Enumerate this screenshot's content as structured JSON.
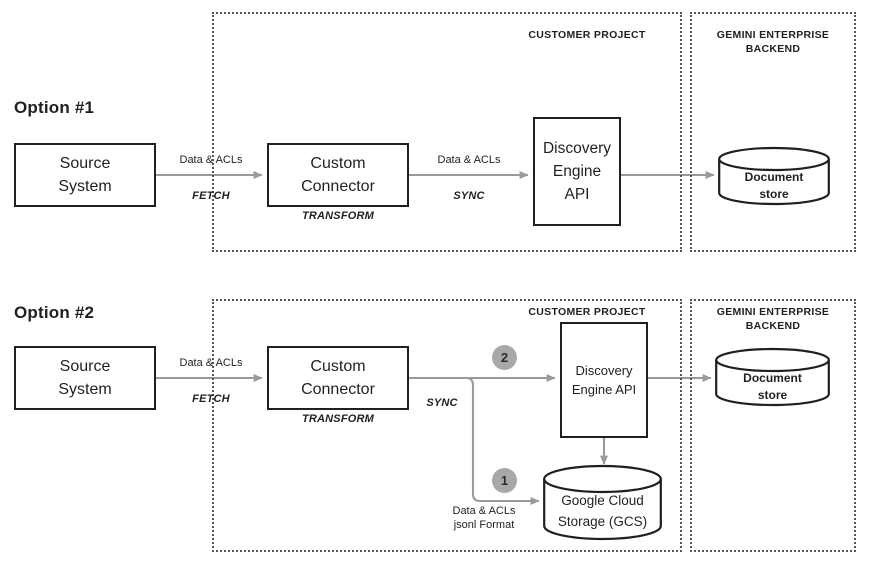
{
  "diagram": {
    "title_hidden": "",
    "arrow_color": "#9a9a9a",
    "node_border_color": "#231f20",
    "group_border_color": "#555555",
    "badge_color": "#a8a8a8"
  },
  "options": [
    {
      "heading": "Option #1",
      "groups": [
        {
          "name": "customer-project",
          "title": "CUSTOMER PROJECT"
        },
        {
          "name": "gemini-enterprise-backend",
          "title": "GEMINI ENTERPRISE\nBACKEND"
        }
      ],
      "nodes": {
        "source": "Source\nSystem",
        "connector": "Custom\nConnector",
        "discovery": "Discovery\nEngine\nAPI",
        "document_store": "Document\nstore"
      },
      "edges": {
        "fetch_label": "Data & ACLs",
        "fetch_verb": "FETCH",
        "transform_verb": "TRANSFORM",
        "sync_label": "Data & ACLs",
        "sync_verb": "SYNC"
      }
    },
    {
      "heading": "Option #2",
      "groups": [
        {
          "name": "customer-project",
          "title": "CUSTOMER PROJECT"
        },
        {
          "name": "gemini-enterprise-backend",
          "title": "GEMINI ENTERPRISE\nBACKEND"
        }
      ],
      "nodes": {
        "source": "Source\nSystem",
        "connector": "Custom\nConnector",
        "discovery": "Discovery\nEngine API",
        "gcs": "Google Cloud\nStorage (GCS)",
        "document_store": "Document\nstore"
      },
      "edges": {
        "fetch_label": "Data & ACLs",
        "fetch_verb": "FETCH",
        "transform_verb": "TRANSFORM",
        "sync_verb": "SYNC",
        "gcs_label": "Data & ACLs\njsonl Format"
      },
      "badges": [
        {
          "name": "step-badge-2",
          "value": "2"
        },
        {
          "name": "step-badge-1",
          "value": "1"
        }
      ]
    }
  ]
}
